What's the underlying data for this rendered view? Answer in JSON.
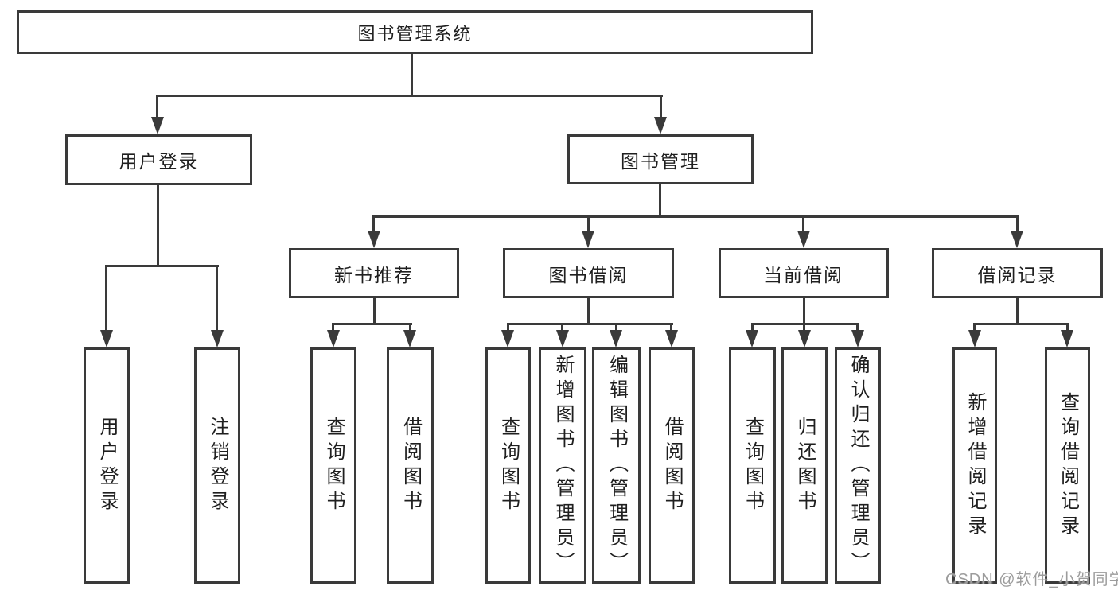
{
  "theme": {
    "background": "#ffffff",
    "line_color": "#3a3a3a",
    "text_color": "#1f1f1f",
    "watermark_color": "#9c9c9c"
  },
  "tree": {
    "root": {
      "label": "图书管理系统"
    },
    "branches": [
      {
        "label": "用户登录",
        "children": [
          {
            "label": "用户登录"
          },
          {
            "label": "注销登录"
          }
        ]
      },
      {
        "label": "图书管理",
        "children": [
          {
            "label": "新书推荐",
            "children": [
              {
                "label": "查询图书"
              },
              {
                "label": "借阅图书"
              }
            ]
          },
          {
            "label": "图书借阅",
            "children": [
              {
                "label": "查询图书"
              },
              {
                "label": "新增图书（管理员）"
              },
              {
                "label": "编辑图书（管理员）"
              },
              {
                "label": "借阅图书"
              }
            ]
          },
          {
            "label": "当前借阅",
            "children": [
              {
                "label": "查询图书"
              },
              {
                "label": "归还图书"
              },
              {
                "label": "确认归还（管理员）"
              }
            ]
          },
          {
            "label": "借阅记录",
            "children": [
              {
                "label": "新增借阅记录"
              },
              {
                "label": "查询借阅记录"
              }
            ]
          }
        ]
      }
    ]
  },
  "watermark": {
    "text": "CSDN @软件_小贺同学"
  }
}
